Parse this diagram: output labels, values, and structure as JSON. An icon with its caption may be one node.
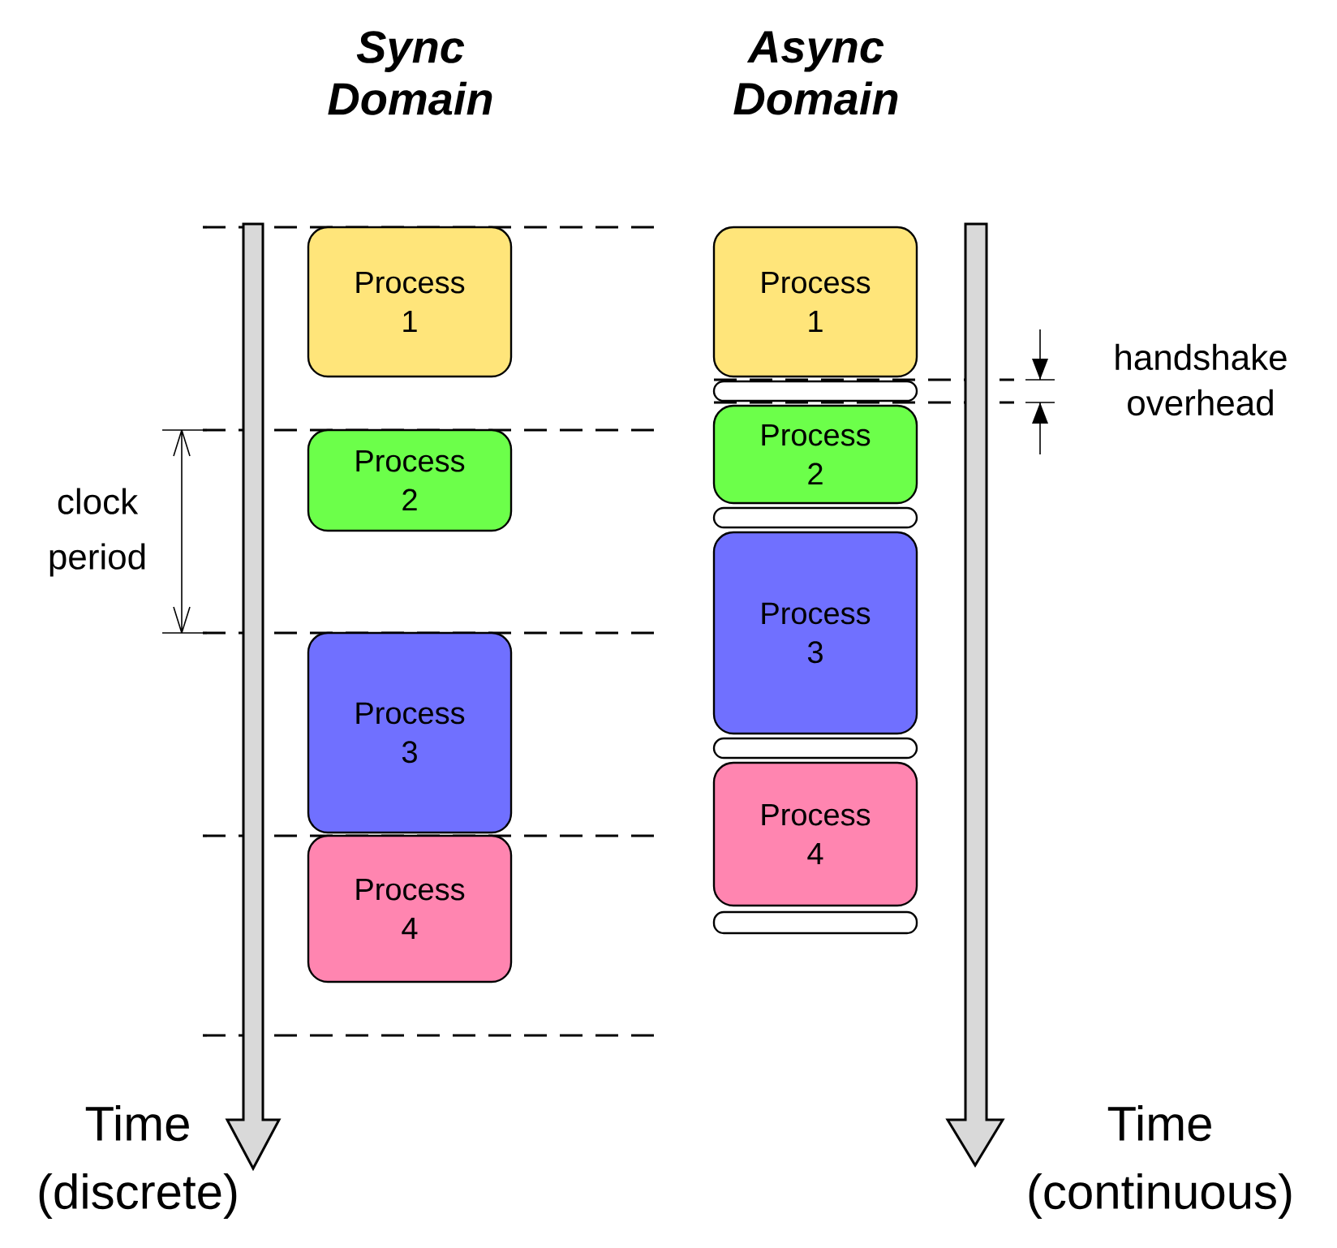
{
  "diagram": {
    "nodes": [
      {
        "text": [
          "Process 1"
        ]
      },
      {
        "text": [
          "Process 2"
        ]
      },
      {
        "text": [
          "Process 3"
        ]
      },
      {
        "text": [
          "Process 4"
        ]
      },
      {
        "text": [
          "Process 1"
        ]
      },
      {
        "text": [],
        "shape": "bar"
      },
      {
        "text": [
          "Process 2"
        ]
      },
      {
        "text": [],
        "shape": "bar"
      },
      {
        "text": [
          "Process 3"
        ]
      },
      {
        "text": [],
        "shape": "bar"
      },
      {
        "text": [
          "Process 4"
        ]
      },
      {
        "text": [],
        "shape": "bar"
      }
    ],
    "labels": [
      "Sync Domain",
      "Async Domain",
      "handshake overhead",
      "clock period",
      "Time (discrete)",
      "Time (continuous)"
    ]
  }
}
